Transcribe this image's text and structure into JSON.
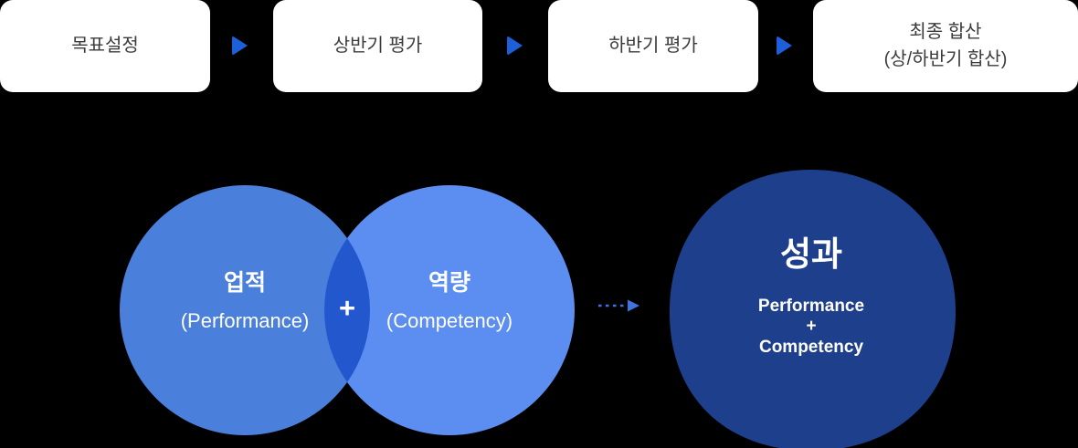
{
  "background_color": "#000000",
  "process": {
    "card_bg": "#ffffff",
    "text_color": "#3b3b3b",
    "arrow_color": "#1c5fd8",
    "steps": [
      {
        "label": "목표설정"
      },
      {
        "label": "상반기 평가"
      },
      {
        "label": "하반기 평가"
      },
      {
        "label": "최종 합산",
        "sublabel": "(상/하반기 합산)"
      }
    ]
  },
  "venn": {
    "left": {
      "title": "업적",
      "subtitle": "(Performance)",
      "color": "#4a7fdc"
    },
    "right": {
      "title": "역량",
      "subtitle": "(Competency)",
      "color": "#5b8ef0"
    },
    "overlap": {
      "symbol": "+",
      "color": "#2257cd"
    },
    "text_color": "#ffffff"
  },
  "flow_arrow": {
    "color": "#3f74e0",
    "icon": "dashed-arrow-right"
  },
  "result": {
    "title": "성과",
    "lines": [
      "Performance",
      "+",
      "Competency"
    ],
    "color": "#1e3f8c",
    "text_color": "#ffffff"
  },
  "icons": {
    "step_separator": "triangle-right",
    "flow": "dashed-arrow-right"
  }
}
